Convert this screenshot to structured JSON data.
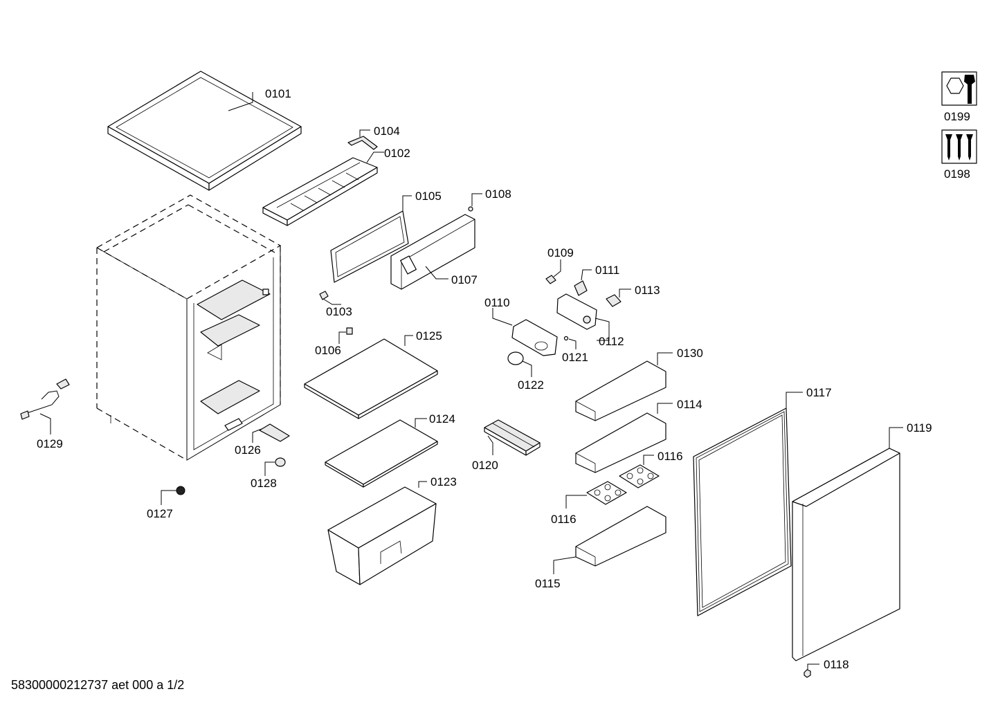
{
  "document_id": "58300000212737 aet 000 a 1/2",
  "labels": {
    "p0101": "0101",
    "p0102": "0102",
    "p0103": "0103",
    "p0104": "0104",
    "p0105": "0105",
    "p0106": "0106",
    "p0107": "0107",
    "p0108": "0108",
    "p0109": "0109",
    "p0110": "0110",
    "p0111": "0111",
    "p0112": "0112",
    "p0113": "0113",
    "p0114": "0114",
    "p0115": "0115",
    "p0116a": "0116",
    "p0116b": "0116",
    "p0117": "0117",
    "p0118": "0118",
    "p0119": "0119",
    "p0120": "0120",
    "p0121": "0121",
    "p0122": "0122",
    "p0123": "0123",
    "p0124": "0124",
    "p0125": "0125",
    "p0126": "0126",
    "p0127": "0127",
    "p0128": "0128",
    "p0129": "0129",
    "p0130": "0130",
    "p0198": "0198",
    "p0199": "0199"
  },
  "icons": {
    "tools_icon": "wrench-nut-icon",
    "screws_icon": "screws-icon"
  }
}
